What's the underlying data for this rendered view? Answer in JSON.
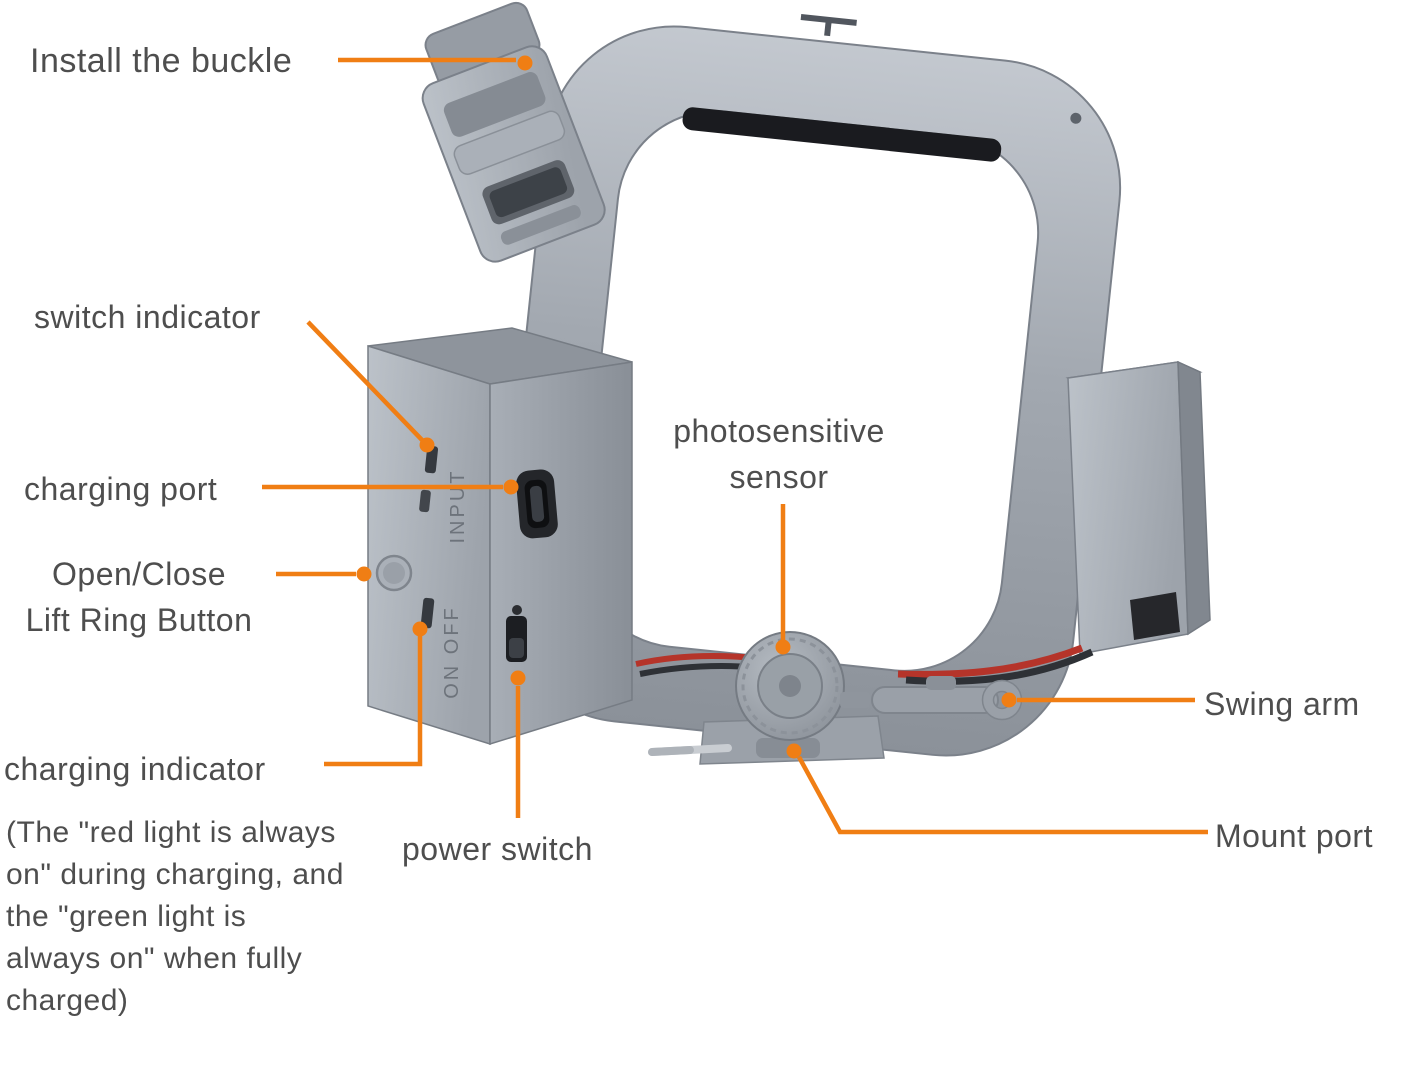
{
  "colors": {
    "accent": "#F07E14",
    "label_text": "#4E4E4E",
    "device_gray": "#9AA0A8"
  },
  "labels": {
    "install_buckle": "Install the buckle",
    "switch_indicator": "switch indicator",
    "charging_port": "charging port",
    "open_close_button": "Open/Close\nLift Ring Button",
    "charging_indicator": "charging indicator",
    "charging_note": "(The \"red light is always on\" during charging, and the \"green light is always on\" when fully charged)",
    "photosensitive_sensor": "photosensitive\nsensor",
    "power_switch": "power switch",
    "swing_arm": "Swing arm",
    "mount_port": "Mount port"
  },
  "device": {
    "marking_input": "INPUT",
    "marking_on_off": "ON OFF"
  }
}
